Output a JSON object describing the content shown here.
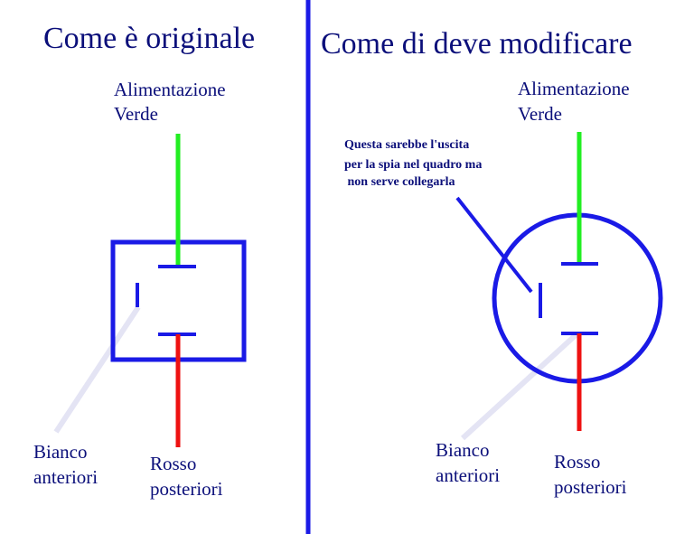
{
  "left": {
    "title": "Come è originale",
    "top_label": [
      "Alimentazione",
      "Verde"
    ],
    "white_label": [
      "Bianco",
      "anteriori"
    ],
    "red_label": [
      "Rosso",
      "posteriori"
    ]
  },
  "right": {
    "title": "Come di deve modificare",
    "top_label": [
      "Alimentazione",
      "Verde"
    ],
    "note": [
      "Questa sarebbe l'uscita",
      "per la spia nel quadro ma",
      " non serve collegarla"
    ],
    "white_label": [
      "Bianco",
      "anteriori"
    ],
    "red_label": [
      "Rosso",
      "posteriori"
    ]
  },
  "colors": {
    "blue": "#1a1ae6",
    "text": "#0b0f7a",
    "green": "#22ee22",
    "red": "#ee1111",
    "white_wire": "#e4e4f4"
  }
}
